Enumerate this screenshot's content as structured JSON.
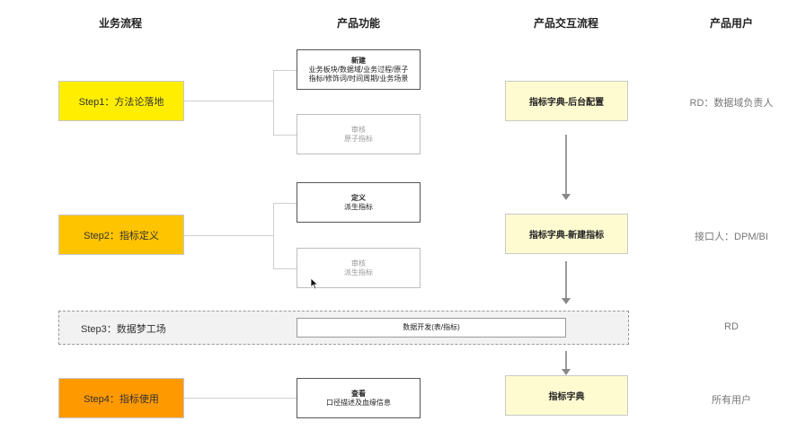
{
  "headers": {
    "business": "业务流程",
    "function": "产品功能",
    "interaction": "产品交互流程",
    "users": "产品用户"
  },
  "steps": {
    "step1": "Step1：方法论落地",
    "step2": "Step2：指标定义",
    "step3": "Step3：数据梦工场",
    "step4": "Step4：指标使用"
  },
  "functions": {
    "new": {
      "title": "新建",
      "line1": "业务板块/数据域/业务过程/原子",
      "line2": "指标/修饰词/时间周期/业务场景"
    },
    "review1": {
      "line1": "审核",
      "line2": "原子指标"
    },
    "define": {
      "title": "定义",
      "line1": "派生指标"
    },
    "review2": {
      "line1": "审核",
      "line2": "派生指标"
    },
    "dev": {
      "title": "数据开发(表/指标)"
    },
    "view": {
      "title": "查看",
      "line1": "口径描述及血缘信息"
    }
  },
  "interaction": {
    "box1": "指标字典-后台配置",
    "box2": "指标字典-新建指标",
    "box3": "指标字典"
  },
  "users": {
    "u1": "RD：数据域负责人",
    "u2": "接口人：DPM/BI",
    "u3": "RD",
    "u4": "所有用户"
  },
  "colors": {
    "step1": "#ffee00",
    "step2": "#ffc400",
    "step3": "#f2f2f2",
    "step4": "#ff9900",
    "interaction_fill": "#fffbd1"
  }
}
